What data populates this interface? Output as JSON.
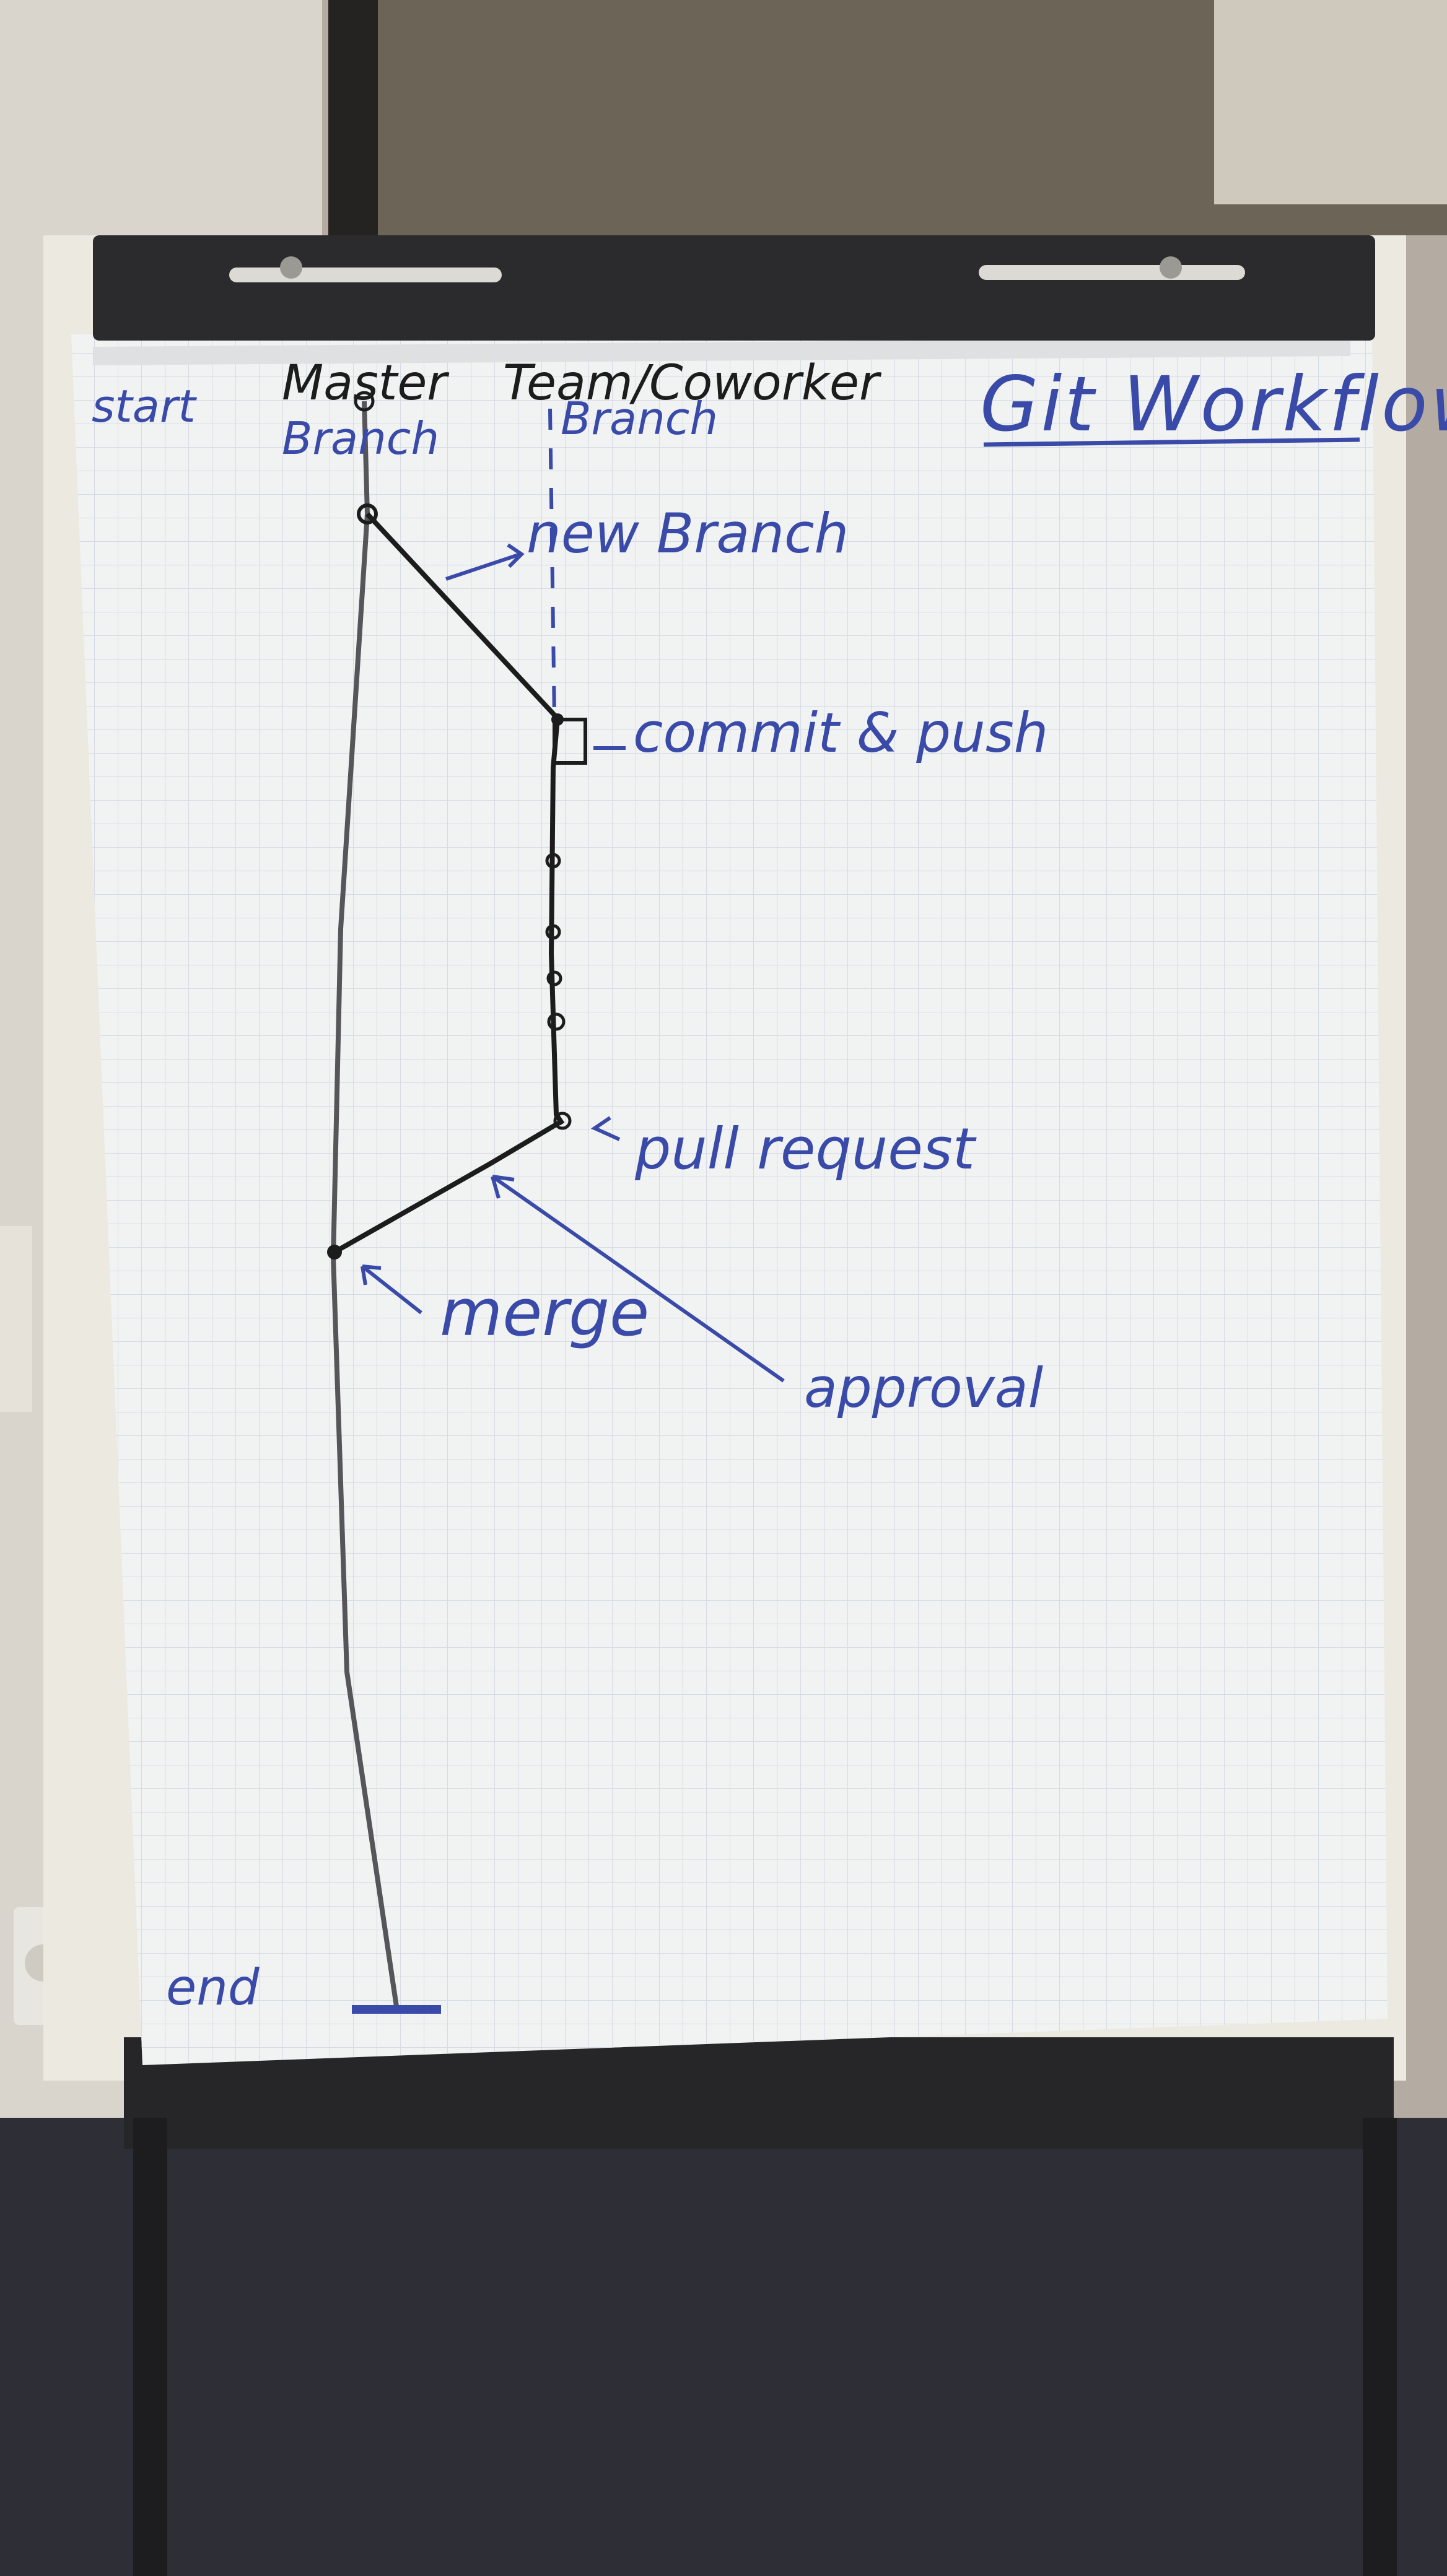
{
  "flipchart": {
    "title": "Git Workflow",
    "labels": {
      "start": "start",
      "master": "Master",
      "master_branch": "Branch",
      "team": "Team/Coworker",
      "team_branch": "Branch",
      "new_branch": "new Branch",
      "commit_push": "commit & push",
      "pull_request": "pull request",
      "merge": "merge",
      "approval": "approval",
      "end": "end"
    }
  },
  "colors": {
    "marker_blue": "#3a4aa8",
    "marker_black": "#1c1c1c",
    "paper": "#f1f2f2",
    "grid": "#d5dbe6",
    "clip_bar": "#2b2b2d"
  }
}
